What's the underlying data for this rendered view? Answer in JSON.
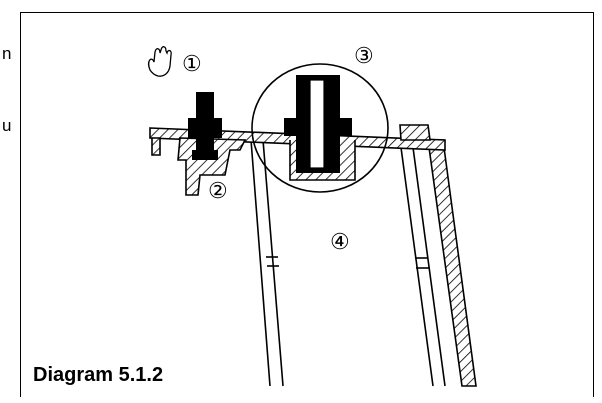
{
  "side_text": {
    "line1": "n",
    "line2": "u"
  },
  "callouts": {
    "c1": "①",
    "c2": "②",
    "c3": "③",
    "c4": "④"
  },
  "caption": "Diagram 5.1.2",
  "icons": {
    "hand": "hand-icon"
  }
}
